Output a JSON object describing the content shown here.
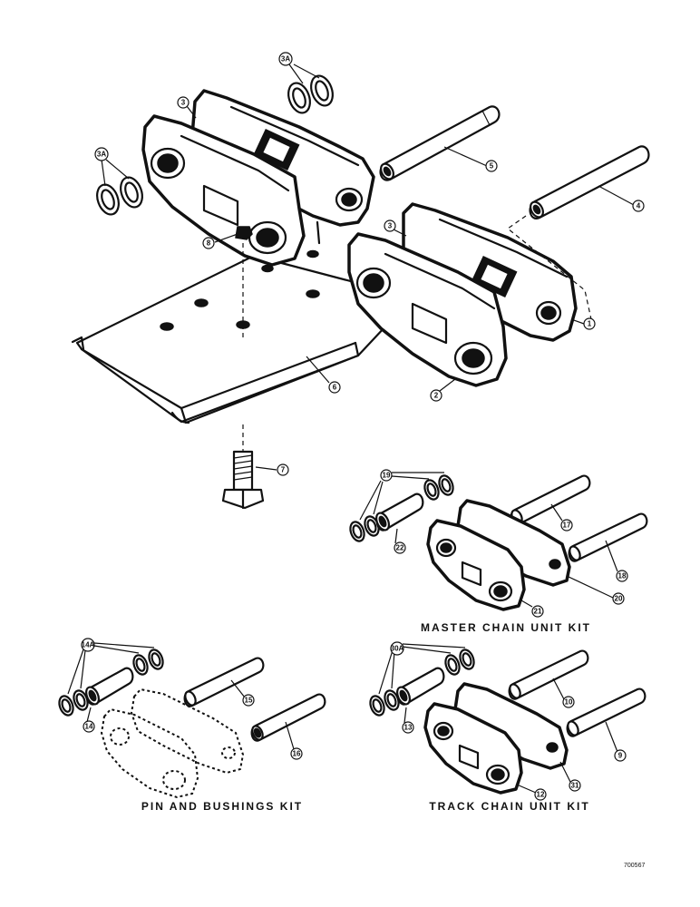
{
  "callouts": {
    "c3a_top": "3A",
    "c3_top": "3",
    "c3a_left": "3A",
    "c5": "5",
    "c4": "4",
    "c8": "8",
    "c3_right": "3",
    "c1": "1",
    "c2": "2",
    "c6": "6",
    "c7": "7",
    "c19": "19",
    "c22": "22",
    "c17": "17",
    "c18": "18",
    "c20": "20",
    "c21": "21",
    "c14a": "14A",
    "c14": "14",
    "c15": "15",
    "c16": "16",
    "c30a": "30A",
    "c13": "13",
    "c10": "10",
    "c9": "9",
    "c31": "31",
    "c12": "12"
  },
  "kits": {
    "master": "MASTER CHAIN UNIT KIT",
    "pin": "PIN AND BUSHINGS KIT",
    "track": "TRACK CHAIN UNIT KIT"
  },
  "figure_number": "700567"
}
